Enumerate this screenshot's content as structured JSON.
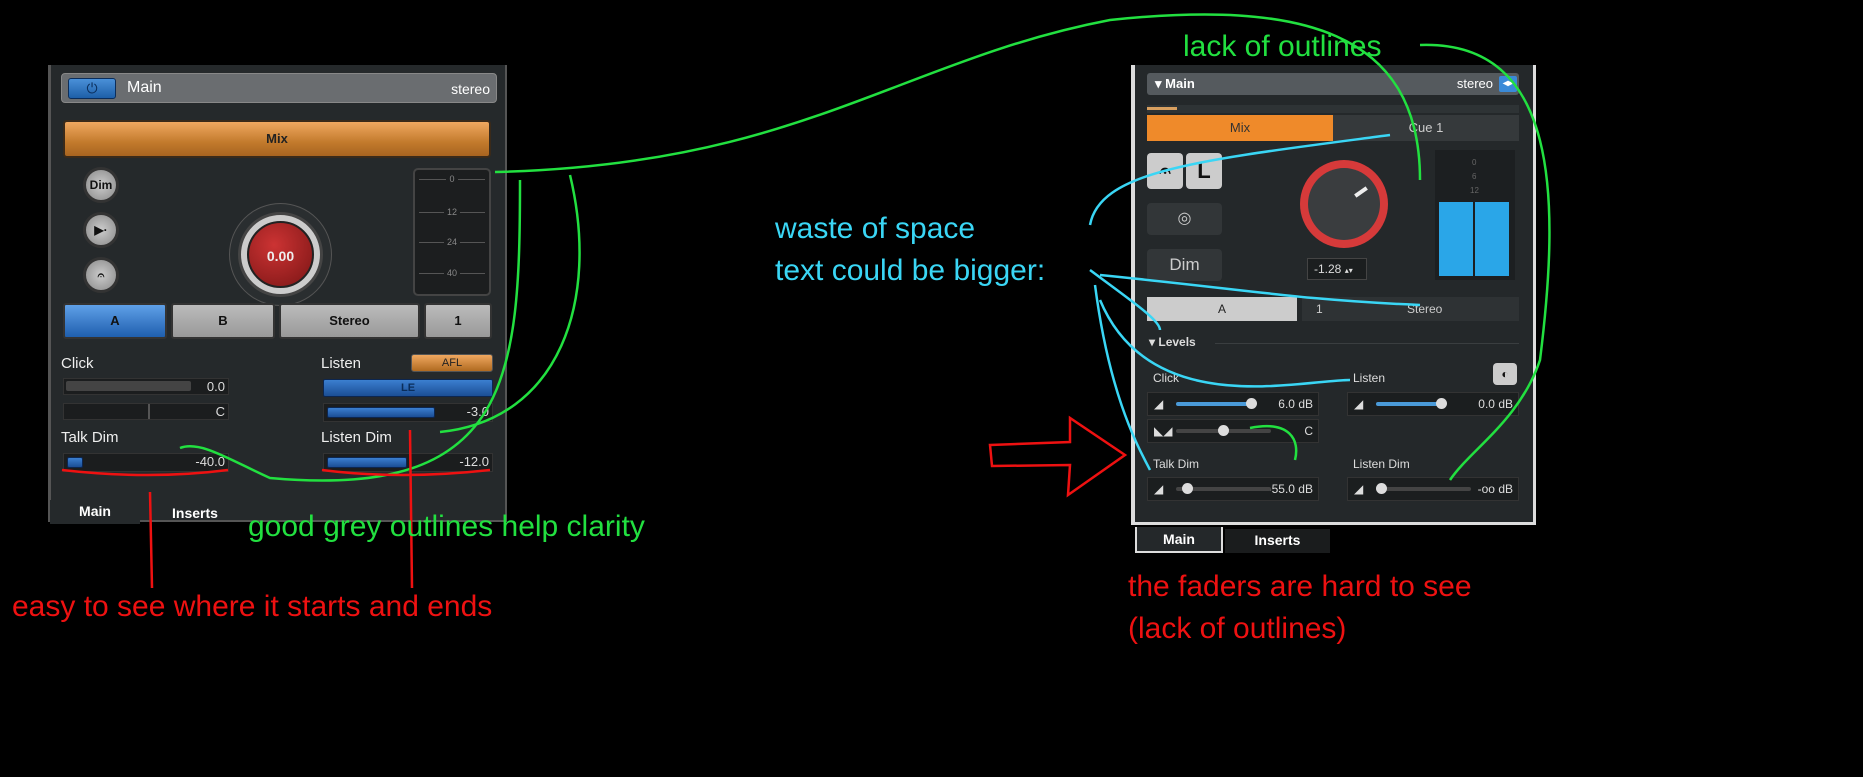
{
  "left_panel": {
    "header": {
      "title": "Main",
      "mode": "stereo",
      "power_icon": "power-icon"
    },
    "mix_label": "Mix",
    "round_buttons": [
      "Dim",
      "▶·",
      "𝄐"
    ],
    "knob_value": "0.00",
    "meter_ticks": [
      "0",
      "12",
      "24",
      "40"
    ],
    "outputs": [
      "A",
      "B",
      "Stereo",
      "1"
    ],
    "click": {
      "label": "Click",
      "value": "0.0",
      "pan": "C"
    },
    "listen": {
      "label": "Listen",
      "afl": "AFL",
      "le": "LE",
      "value": "-3.0"
    },
    "talk_dim": {
      "label": "Talk Dim",
      "value": "-40.0"
    },
    "listen_dim": {
      "label": "Listen Dim",
      "value": "-12.0"
    },
    "tabs": [
      "Main",
      "Inserts"
    ]
  },
  "right_panel": {
    "header": {
      "title": "Main",
      "mode": "stereo"
    },
    "cues": [
      "Mix",
      "Cue 1"
    ],
    "buttons": {
      "metronome": "𝄐",
      "l": "L",
      "dim": "Dim"
    },
    "knob_value": "-1.28",
    "meter_ticks": [
      "0",
      "6",
      "12"
    ],
    "outputs": [
      "A",
      "1",
      "Stereo"
    ],
    "levels_label": "Levels",
    "click": {
      "label": "Click",
      "value": "6.0 dB",
      "pan": "C"
    },
    "listen": {
      "label": "Listen",
      "value": "0.0 dB"
    },
    "talk_dim": {
      "label": "Talk Dim",
      "value": "-55.0 dB"
    },
    "listen_dim": {
      "label": "Listen Dim",
      "value": "-oo dB"
    },
    "tabs": [
      "Main",
      "Inserts"
    ]
  },
  "annotations": {
    "lack_outlines": "lack of outlines",
    "waste_1": "waste of space",
    "waste_2": "text could be bigger:",
    "good_outlines": "good grey outlines help clarity",
    "easy_see": "easy to see where it starts and ends",
    "faders_1": "the faders are hard to see",
    "faders_2": "(lack of outlines)",
    "colors": {
      "green": "#22e040",
      "cyan": "#3ad6f5",
      "red": "#ee1111"
    }
  }
}
